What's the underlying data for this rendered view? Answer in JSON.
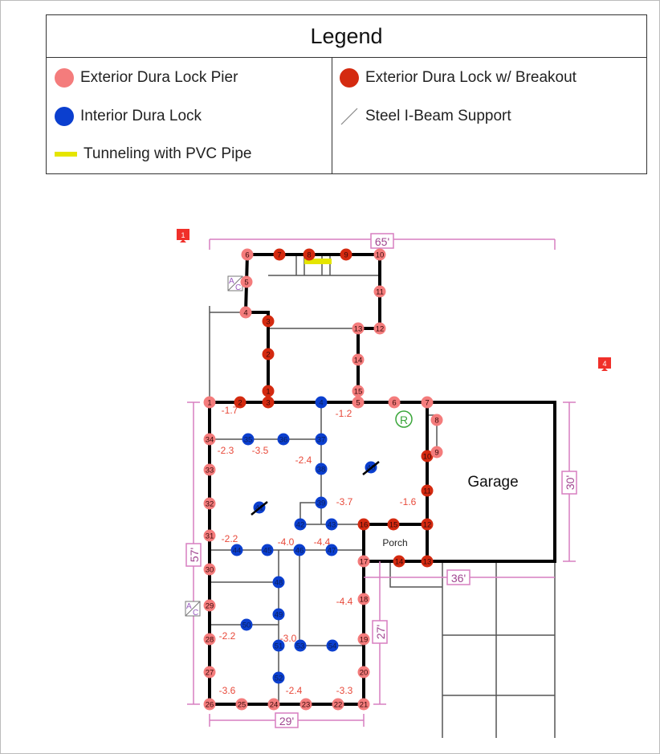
{
  "legend": {
    "title": "Legend",
    "items": [
      {
        "label": "Exterior Dura Lock Pier",
        "color": "#f47c7c"
      },
      {
        "label": "Exterior Dura Lock w/ Breakout",
        "color": "#d42a10"
      },
      {
        "label": "Interior Dura Lock",
        "color": "#0b3fcf"
      },
      {
        "label": "Steel I-Beam Support"
      },
      {
        "label": "Tunneling with PVC Pipe",
        "color": "#e5e500"
      }
    ]
  },
  "plan": {
    "garage_label": "Garage",
    "porch_label": "Porch",
    "r_label": "R",
    "ac_label_a": "A",
    "ac_label_c": "C",
    "markers": [
      "1",
      "4"
    ],
    "dimensions": [
      "65'",
      "57'",
      "30'",
      "36'",
      "27'",
      "29'"
    ],
    "depths": [
      "-1.7",
      "-1.2",
      "-2.3",
      "-3.5",
      "-2.4",
      "-3.7",
      "-1.6",
      "-2.2",
      "-4.0",
      "-4.4",
      "-4.4",
      "-2.2",
      "-3.0",
      "-2.4",
      "-3.3",
      "-3.6"
    ],
    "piers_breakout": [
      "7",
      "8",
      "9",
      "3",
      "2",
      "1",
      "2",
      "3",
      "10",
      "11",
      "16",
      "15",
      "12",
      "14",
      "13"
    ],
    "piers_exterior": [
      "6",
      "10",
      "5",
      "11",
      "4",
      "13",
      "12",
      "14",
      "15",
      "1",
      "5",
      "6",
      "7",
      "8",
      "9",
      "34",
      "33",
      "32",
      "31",
      "30",
      "17",
      "18",
      "29",
      "28",
      "19",
      "27",
      "20",
      "26",
      "25",
      "24",
      "23",
      "22",
      "21"
    ],
    "piers_interior": [
      "4",
      "35",
      "36",
      "37",
      "38",
      "40",
      "41",
      "39",
      "42",
      "43",
      "44",
      "45",
      "46",
      "47",
      "48",
      "49",
      "50",
      "51",
      "53",
      "54",
      "52"
    ]
  }
}
